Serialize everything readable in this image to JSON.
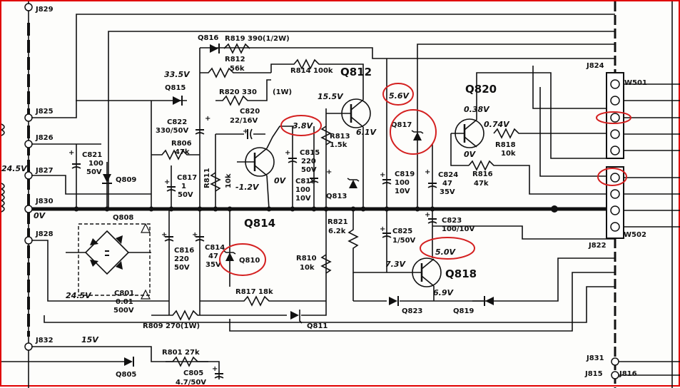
{
  "jacks": {
    "j829": "J829",
    "j825": "J825",
    "j826": "J826",
    "j827": "J827",
    "j830": "J830",
    "j828": "J828",
    "j832": "J832",
    "j824": "J824",
    "j822": "J822",
    "j831": "J831",
    "j815": "J815",
    "j816": "J816"
  },
  "connectors": {
    "w501": "W501",
    "w502": "W502"
  },
  "transistors": {
    "q812": "Q812",
    "q814": "Q814",
    "q820": "Q820",
    "q818": "Q818"
  },
  "diodes": {
    "q816": "Q816",
    "q815": "Q815",
    "q809": "Q809",
    "q808": "Q808",
    "q817": "Q817",
    "q813": "Q813",
    "q810": "Q810",
    "q811": "Q811",
    "q823": "Q823",
    "q819": "Q819",
    "q805": "Q805"
  },
  "resistors": {
    "r819": "R819 390(1/2W)",
    "r812": "R812",
    "r812v": "56k",
    "r814": "R814 100k",
    "r820": "R820 330",
    "r820w": "(1W)",
    "r806": "R806",
    "r806v": "47k",
    "r811": "R811",
    "r811v": "10k",
    "r813": "R813",
    "r813v": "1.5k",
    "r818": "R818",
    "r818v": "10k",
    "r816": "R816",
    "r816v": "47k",
    "r821": "R821",
    "r821v": "6.2k",
    "r810": "R810",
    "r810v": "10k",
    "r817": "R817 18k",
    "r809": "R809 270(1W)",
    "r801": "R801 27k"
  },
  "capacitors": {
    "c822": "C822",
    "c822v": "330/50V",
    "c820": "C820",
    "c820v": "22/16V",
    "c821": "C821",
    "c821a": "100",
    "c821b": "50V",
    "c817": "C817",
    "c817a": "1",
    "c817b": "50V",
    "c815": "C815",
    "c815a": "220",
    "c815b": "50V",
    "c818": "C818",
    "c818a": "100",
    "c818b": "10V",
    "c819": "C819",
    "c819a": "100",
    "c819b": "10V",
    "c824": "C824",
    "c824a": "47",
    "c824b": "35V",
    "c823": "C823",
    "c823v": "100/10V",
    "c825": "C825",
    "c825v": "1/50V",
    "c816": "C816",
    "c816a": "220",
    "c816b": "50V",
    "c814": "C814",
    "c814a": "47",
    "c814b": "35V",
    "c801": "C801",
    "c801a": "0.01",
    "c801b": "500V",
    "c805": "C805",
    "c805v": "4.7/50V"
  },
  "voltages": {
    "v335": "33.5V",
    "v155": "15.5V",
    "v56": "5.6V",
    "v038": "0.38V",
    "v38": "3.8V",
    "v61": "6.1V",
    "v074": "0.74V",
    "v0a": "0V",
    "v0b": "0V",
    "v12": "-1.2V",
    "v245a": "24.5V",
    "v0bus": "0V",
    "v50": "5.0V",
    "v73": "7.3V",
    "v69": "6.9V",
    "v245b": "24.5V",
    "v15": "15V"
  }
}
